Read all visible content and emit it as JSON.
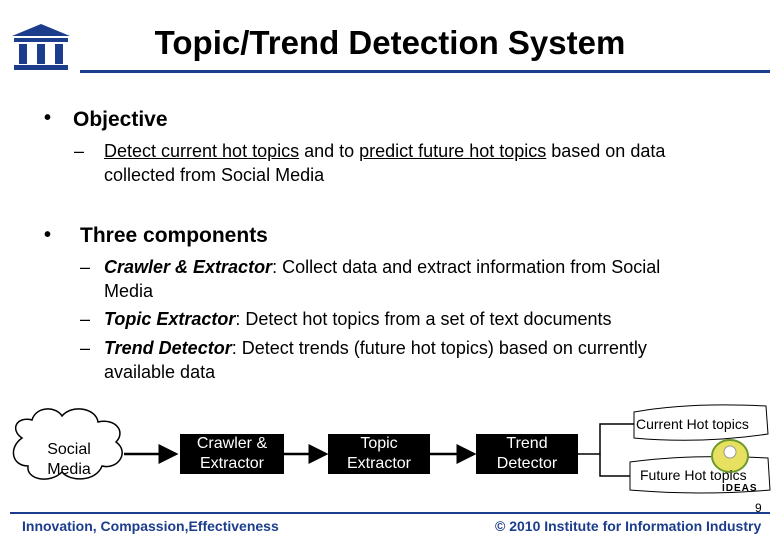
{
  "title": "Topic/Trend Detection System",
  "bullets": [
    {
      "label": "Objective",
      "sub": {
        "part1": "Detect current hot topics",
        "part2": " and to ",
        "part3": "predict future hot topics",
        "part4": " based on data",
        "line2": "collected from Social Media"
      }
    },
    {
      "label": "Three components",
      "subs": [
        {
          "name": "Crawler & Extractor",
          "desc": ": Collect data and extract information from Social",
          "desc2": "Media"
        },
        {
          "name": "Topic Extractor",
          "desc": ": Detect hot topics from a set of text documents"
        },
        {
          "name": "Trend Detector",
          "desc": ": Detect trends (future hot topics) based on currently",
          "desc2": "available data"
        }
      ]
    }
  ],
  "diagram": {
    "cloud_line1": "Social",
    "cloud_line2": "Media",
    "box1_line1": "Crawler &",
    "box1_line2": "Extractor",
    "box2_line1": "Topic",
    "box2_line2": "Extractor",
    "box3_line1": "Trend",
    "box3_line2": "Detector",
    "out1": "Current Hot topics",
    "out2": "Future Hot topics",
    "ideas": "IDEAS"
  },
  "footer": {
    "left": "Innovation, Compassion,Effectiveness",
    "right": "© 2010 Institute for Information Industry",
    "page": "9"
  },
  "colors": {
    "brand": "#1b3d8c",
    "box": "#000000"
  }
}
